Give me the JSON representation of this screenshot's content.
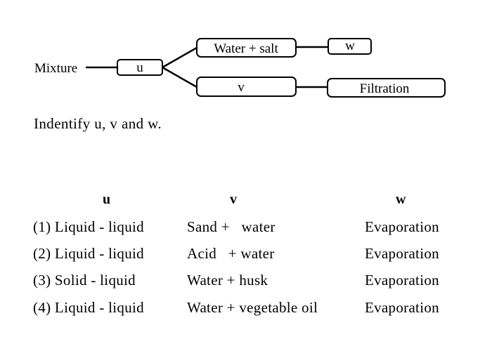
{
  "diagram": {
    "mixture_label": "Mixture",
    "u_label": "u",
    "upper_label": "Water + salt",
    "lower_label": "v",
    "w_label": "w",
    "filtration_label": "Filtration"
  },
  "question": "Indentify u, v and w.",
  "table": {
    "headers": [
      "u",
      "v",
      "w"
    ],
    "rows": [
      {
        "u": "(1) Liquid - liquid",
        "v": "Sand +   water",
        "w": "Evaporation"
      },
      {
        "u": "(2) Liquid - liquid",
        "v": "Acid   + water",
        "w": "Evaporation"
      },
      {
        "u": "(3) Solid - liquid",
        "v": "Water + husk",
        "w": "Evaporation"
      },
      {
        "u": "(4) Liquid - liquid",
        "v": "Water + vegetable oil",
        "w": "Evaporation"
      }
    ]
  }
}
